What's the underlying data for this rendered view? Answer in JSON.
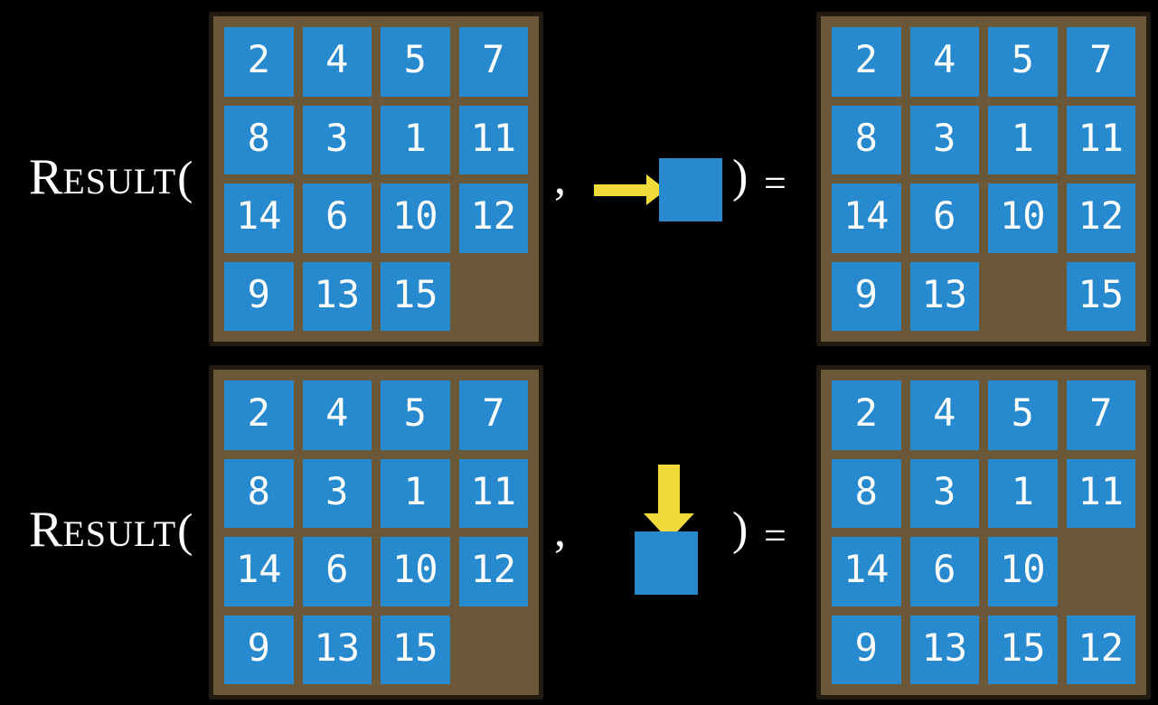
{
  "slide": {
    "background": "#000000"
  },
  "colors": {
    "tile_blue": "#2789CE",
    "board_brown": "#6A5839",
    "board_outline": "#221B10",
    "arrow_yellow": "#F0DB3B",
    "text_white": "#FFFFFF"
  },
  "function_label": {
    "name_initial": "R",
    "name_rest": "ESULT",
    "open_paren": "(",
    "comma": ",",
    "close_paren": ")",
    "equals": "="
  },
  "examples": [
    {
      "id": "slide-tile-right",
      "action_direction": "right",
      "action_icon": "arrow-right-icon",
      "input_grid": [
        [
          "2",
          "4",
          "5",
          "7"
        ],
        [
          "8",
          "3",
          "1",
          "11"
        ],
        [
          "14",
          "6",
          "10",
          "12"
        ],
        [
          "9",
          "13",
          "15",
          ""
        ]
      ],
      "output_grid": [
        [
          "2",
          "4",
          "5",
          "7"
        ],
        [
          "8",
          "3",
          "1",
          "11"
        ],
        [
          "14",
          "6",
          "10",
          "12"
        ],
        [
          "9",
          "13",
          "",
          "15"
        ]
      ]
    },
    {
      "id": "slide-tile-down",
      "action_direction": "down",
      "action_icon": "arrow-down-icon",
      "input_grid": [
        [
          "2",
          "4",
          "5",
          "7"
        ],
        [
          "8",
          "3",
          "1",
          "11"
        ],
        [
          "14",
          "6",
          "10",
          "12"
        ],
        [
          "9",
          "13",
          "15",
          ""
        ]
      ],
      "output_grid": [
        [
          "2",
          "4",
          "5",
          "7"
        ],
        [
          "8",
          "3",
          "1",
          "11"
        ],
        [
          "14",
          "6",
          "10",
          ""
        ],
        [
          "9",
          "13",
          "15",
          "12"
        ]
      ]
    }
  ]
}
